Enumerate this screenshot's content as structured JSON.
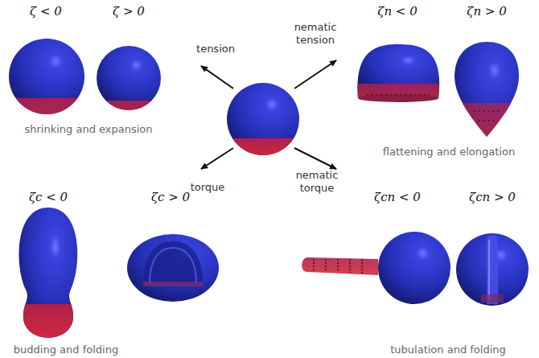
{
  "diagram": {
    "labels": [
      "ζ < 0",
      "ζ > 0",
      "tension",
      "nematic tension",
      "ζn < 0",
      "ζn > 0",
      "shrinking and expansion",
      "flattening and elongation",
      "torque",
      "nematic torque",
      "ζc < 0",
      "ζc > 0",
      "ζcn < 0",
      "ζcn > 0",
      "budding and folding",
      "tubulation and folding"
    ]
  }
}
